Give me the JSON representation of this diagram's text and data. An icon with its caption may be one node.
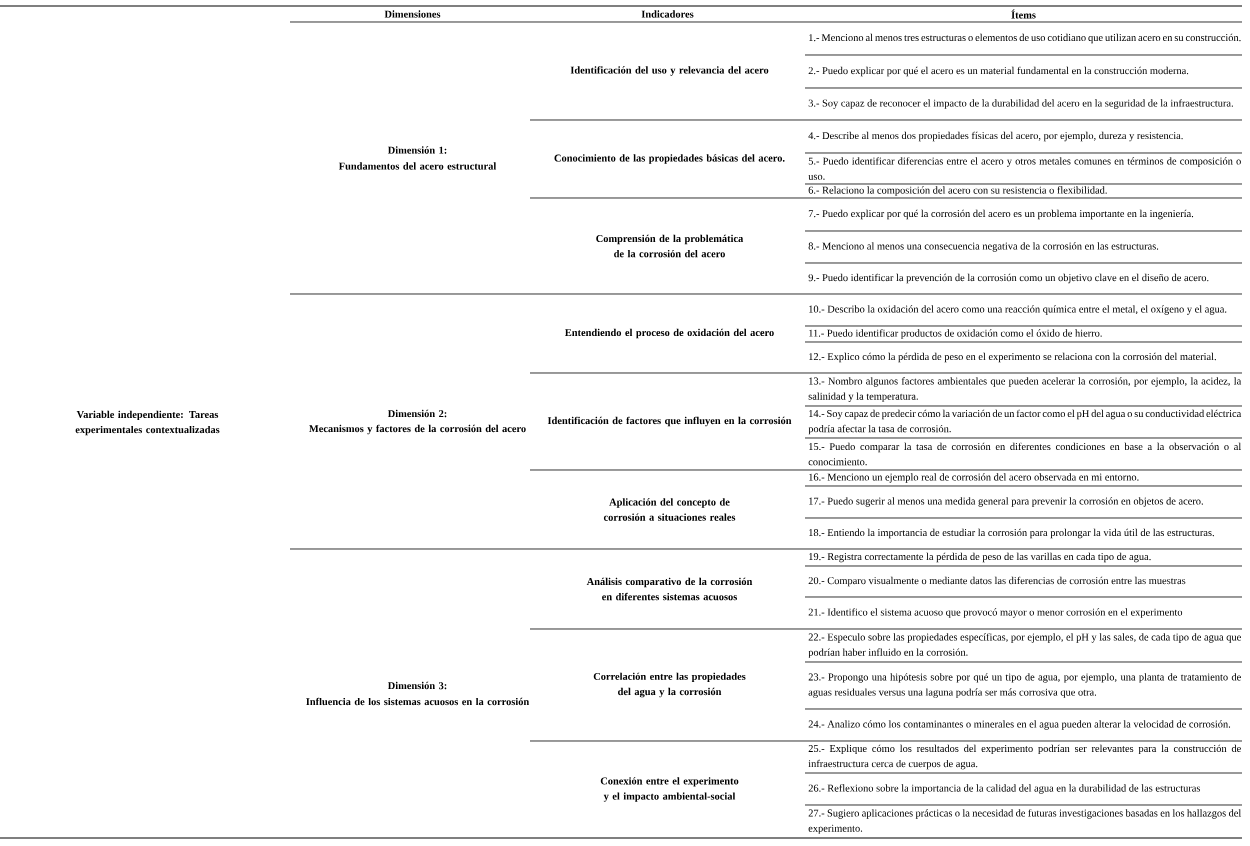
{
  "diagram": {
    "labels": [
      "Dimensiones",
      "Indicadores",
      "Ítems",
      "Variable independiente: Tareas experimentales contextualizadas",
      "Dimensión 1:",
      "Fundamentos del acero estructural",
      "Identificación del uso y relevancia del acero",
      "1.- Menciono al menos tres estructuras o elementos de uso cotidiano que utilizan acero en su construcción.",
      "2.- Puedo explicar por qué el acero es un material fundamental en la construcción moderna.",
      "3.- Soy capaz de reconocer el impacto de la durabilidad del acero en la seguridad de la infraestructura.",
      "Conocimiento de las propiedades básicas del acero.",
      "4.- Describe al menos dos propiedades físicas del acero, por ejemplo, dureza y resistencia.",
      "5.- Puedo identificar diferencias entre el acero y otros metales comunes en términos de composición o uso.",
      "6.- Relaciono la composición del acero con su resistencia o flexibilidad.",
      "Comprensión de la problemática de la corrosión del acero",
      "7.- Puedo explicar por qué la corrosión del acero es un problema importante en la ingeniería.",
      "8.- Menciono al menos una consecuencia negativa de la corrosión en las estructuras.",
      "9.- Puedo identificar la prevención de la corrosión como un objetivo clave en el diseño de acero.",
      "Dimensión 2:",
      "Mecanismos y factores de la corrosión del acero",
      "Entendiendo el proceso de oxidación del acero",
      "10.- Describo la oxidación del acero como una reacción química entre el metal, el oxígeno y el agua.",
      "11.- Puedo identificar productos de oxidación como el óxido de hierro.",
      "12.- Explico cómo la pérdida de peso en el experimento se relaciona con la corrosión del material.",
      "Identificación de factores que influyen en la corrosión",
      "13.- Nombro algunos factores ambientales que pueden acelerar la corrosión, por ejemplo, la acidez, la salinidad y la temperatura.",
      "14.- Soy capaz de predecir cómo la variación de un factor como el pH del agua o su conductividad eléctrica podría afectar la tasa de corrosión.",
      "15.- Puedo comparar la tasa de corrosión en diferentes condiciones en base a la observación o al conocimiento.",
      "Aplicación del concepto de corrosión a situaciones reales",
      "16.- Menciono un ejemplo real de corrosión del acero observada en mi entorno.",
      "17.- Puedo sugerir al menos una medida general para prevenir la corrosión en objetos de acero.",
      "18.- Entiendo la importancia de estudiar la corrosión para prolongar la vida útil de las estructuras.",
      "Dimensión 3:",
      "Influencia de los sistemas acuosos en la corrosión",
      "Análisis comparativo de la corrosión en diferentes sistemas acuosos",
      "19.- Registra correctamente la pérdida de peso de las varillas en cada tipo de agua.",
      "20.- Comparo visualmente o mediante datos las diferencias de corrosión entre las muestras",
      "21.- Identifico el sistema acuoso que provocó mayor o menor corrosión en el experimento",
      "Correlación entre las propiedades del agua y la corrosión",
      "22.- Especulo sobre las propiedades específicas, por ejemplo, el pH y las sales, de cada tipo de agua que podrían haber influido en la corrosión.",
      "23.- Propongo una hipótesis sobre por qué un tipo de agua, por ejemplo, una planta de tratamiento de aguas residuales versus una laguna podría ser más corrosiva que otra.",
      "24.- Analizo cómo los contaminantes o minerales en el agua pueden alterar la velocidad de corrosión.",
      "Conexión entre el experimento y el impacto ambiental-social",
      "25.- Explique cómo los resultados del experimento podrían ser relevantes para la construcción de infraestructura cerca de cuerpos de agua.",
      "26.- Reflexiono sobre la importancia de la calidad del agua en la durabilidad de las estructuras",
      "27.- Sugiero aplicaciones prácticas o la necesidad de futuras investigaciones basadas en los hallazgos del experimento."
    ]
  }
}
